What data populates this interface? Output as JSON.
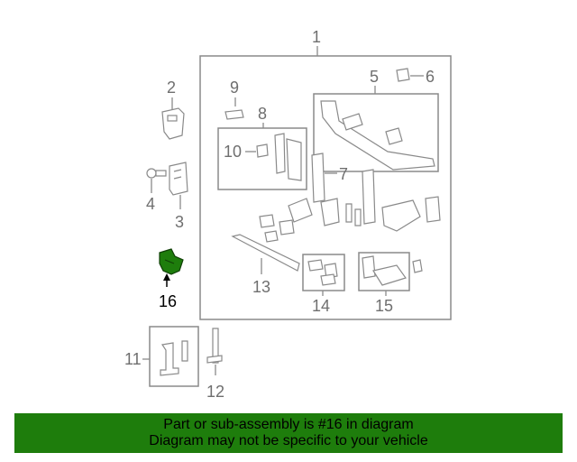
{
  "callouts": {
    "c1": "1",
    "c2": "2",
    "c3": "3",
    "c4": "4",
    "c5": "5",
    "c6": "6",
    "c7": "7",
    "c8": "8",
    "c9": "9",
    "c10": "10",
    "c11": "11",
    "c12": "12",
    "c13": "13",
    "c14": "14",
    "c15": "15",
    "c16": "16"
  },
  "highlight": {
    "part_number": "16",
    "color": "#1e7d0c"
  },
  "banner": {
    "line1": "Part or sub-assembly is #16 in diagram",
    "line2": "Diagram may not be specific to your vehicle",
    "color": "#1e7d0c"
  }
}
